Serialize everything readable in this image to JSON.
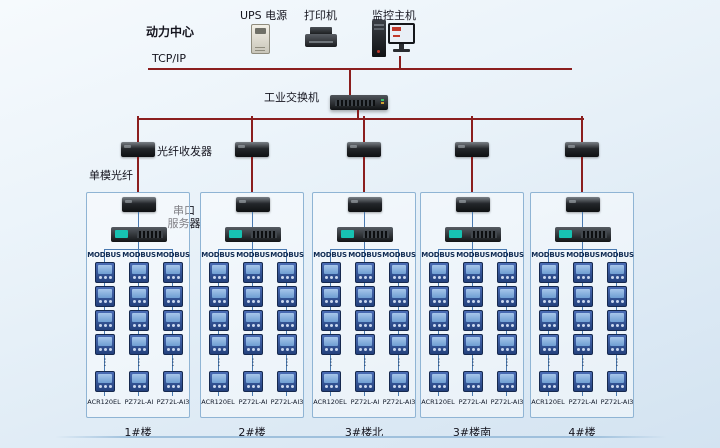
{
  "header": {
    "power_center": "动力中心",
    "ups": "UPS 电源",
    "printer": "打印机",
    "monitor_host": "监控主机"
  },
  "network": {
    "tcpip": "TCP/IP",
    "industrial_switch": "工业交换机",
    "fiber_transceiver": "光纤收发器",
    "single_mode_fiber": "单模光纤",
    "serial_server_line1": "串口",
    "serial_server_line2": "服务器"
  },
  "bus_label": "MODBUS",
  "meter_models": [
    "ACR120EL",
    "PZ72L-AI",
    "PZ72L-AI3"
  ],
  "ellipsis": "⋮",
  "groups": [
    {
      "building": "1#楼"
    },
    {
      "building": "2#楼"
    },
    {
      "building": "3#楼北"
    },
    {
      "building": "3#楼南"
    },
    {
      "building": "4#楼"
    }
  ],
  "colors": {
    "backbone_line": "#8b1e1e",
    "bus_line": "#4a7ab0",
    "box_border": "#8fb4d4"
  }
}
